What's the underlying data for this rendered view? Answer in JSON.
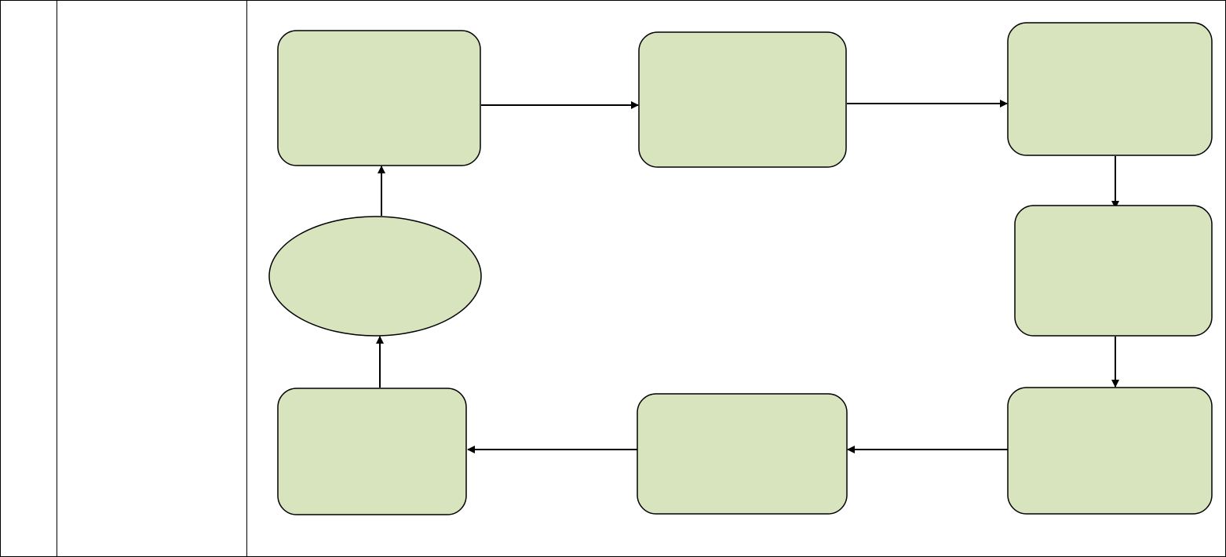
{
  "table": {
    "cells": {
      "number": "",
      "description": ""
    }
  },
  "diagram": {
    "colors": {
      "node_fill": "#d7e4bd",
      "stroke": "#000000"
    },
    "nodes": [
      {
        "id": "n1",
        "shape": "rounded-rect",
        "label": ""
      },
      {
        "id": "n2",
        "shape": "rounded-rect",
        "label": ""
      },
      {
        "id": "n3",
        "shape": "rounded-rect",
        "label": ""
      },
      {
        "id": "n4",
        "shape": "rounded-rect",
        "label": ""
      },
      {
        "id": "n5",
        "shape": "rounded-rect",
        "label": ""
      },
      {
        "id": "n6",
        "shape": "rounded-rect",
        "label": ""
      },
      {
        "id": "n7",
        "shape": "rounded-rect",
        "label": ""
      },
      {
        "id": "n8",
        "shape": "ellipse",
        "label": ""
      }
    ],
    "edges": [
      {
        "from": "n1",
        "to": "n2"
      },
      {
        "from": "n2",
        "to": "n3"
      },
      {
        "from": "n3",
        "to": "n4"
      },
      {
        "from": "n4",
        "to": "n5"
      },
      {
        "from": "n5",
        "to": "n6"
      },
      {
        "from": "n6",
        "to": "n7"
      },
      {
        "from": "n7",
        "to": "n8"
      },
      {
        "from": "n8",
        "to": "n1"
      }
    ]
  }
}
